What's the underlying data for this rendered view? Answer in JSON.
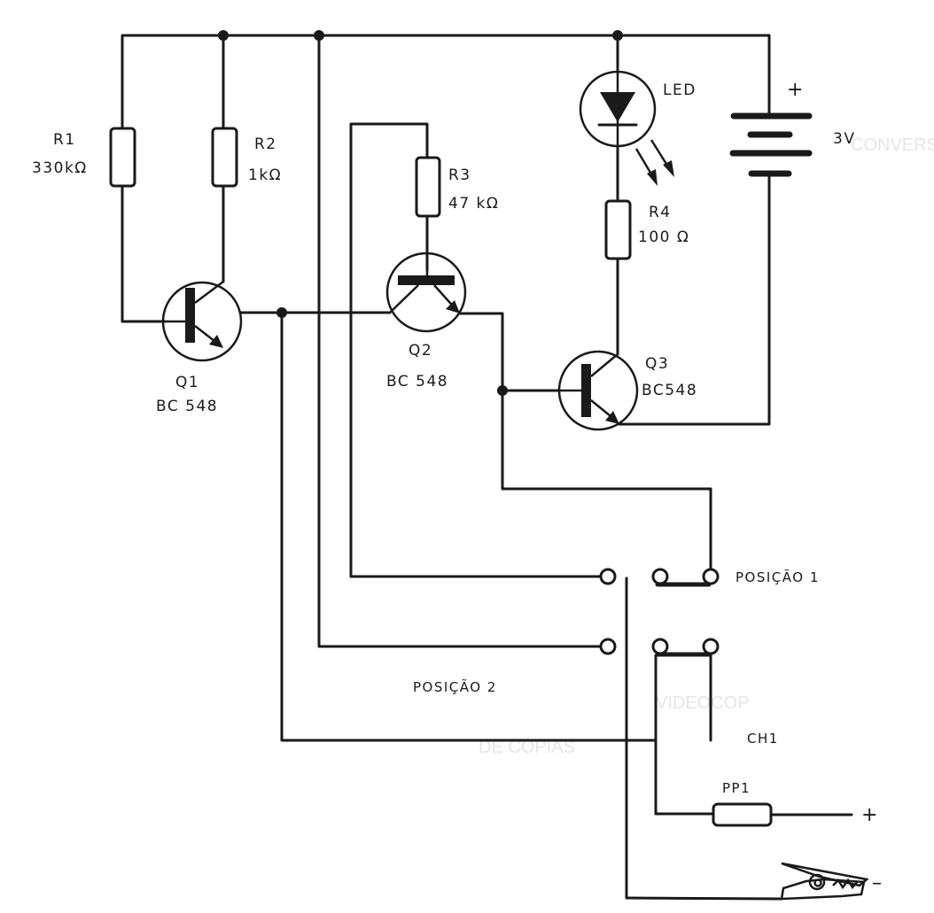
{
  "diagram": {
    "type": "electronic schematic",
    "supply": {
      "name": "battery",
      "value": "3V",
      "positive_sign": "+"
    },
    "resistors": [
      {
        "ref": "R1",
        "value": "330kΩ"
      },
      {
        "ref": "R2",
        "value": "1kΩ"
      },
      {
        "ref": "R3",
        "value": "47 kΩ"
      },
      {
        "ref": "R4",
        "value": "100 Ω"
      }
    ],
    "transistors": [
      {
        "ref": "Q1",
        "part": "BC 548"
      },
      {
        "ref": "Q2",
        "part": "BC 548"
      },
      {
        "ref": "Q3",
        "part": "BC548"
      }
    ],
    "led": {
      "label": "LED"
    },
    "switch": {
      "ref": "CH1",
      "positions": [
        "POSIÇÃO 1",
        "POSIÇÃO 2"
      ]
    },
    "probe": {
      "ref": "PP1",
      "positive_sign": "+",
      "negative_sign": "–"
    }
  },
  "bleed_through_text": [
    "CONVERSOR",
    "VIDEOCOP",
    "DE CÓPIAS"
  ]
}
